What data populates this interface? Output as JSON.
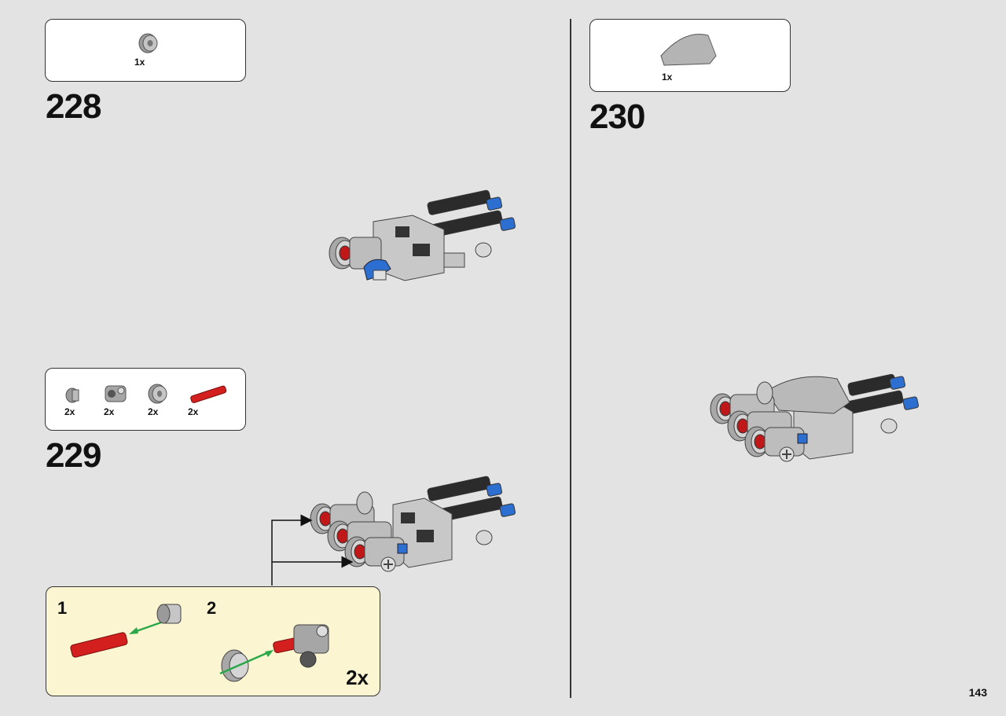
{
  "steps": [
    {
      "number": "228",
      "parts": [
        {
          "qty": "1x",
          "icon": "gray-pulley-bush-icon"
        }
      ]
    },
    {
      "number": "229",
      "parts": [
        {
          "qty": "2x",
          "icon": "gray-bush-icon"
        },
        {
          "qty": "2x",
          "icon": "gray-connector-icon"
        },
        {
          "qty": "2x",
          "icon": "gray-pulley-icon"
        },
        {
          "qty": "2x",
          "icon": "red-axle-pin-icon"
        }
      ]
    },
    {
      "number": "230",
      "parts": [
        {
          "qty": "1x",
          "icon": "gray-curved-slope-icon"
        }
      ]
    }
  ],
  "substeps": [
    {
      "number": "1"
    },
    {
      "number": "2"
    }
  ],
  "substep_multiplier": "2x",
  "page_number": "143",
  "colors": {
    "background": "#e3e3e3",
    "callout": "#fcf5d2",
    "gray_part": "#b4b4b4",
    "red_part": "#d41f1f",
    "blue_part": "#2d6fd0",
    "arrow_green": "#2aa84a"
  }
}
